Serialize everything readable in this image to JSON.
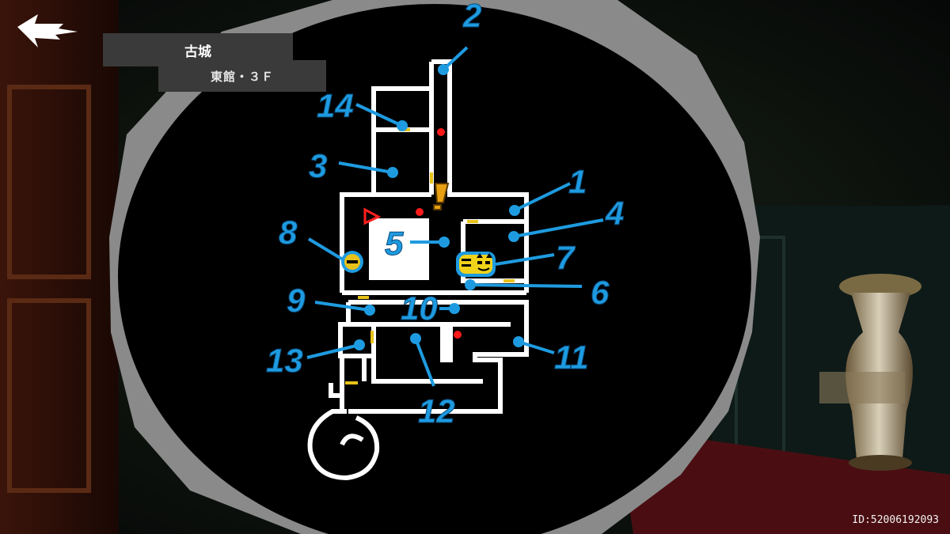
{
  "header": {
    "location": "古城",
    "floor": "東館・３Ｆ"
  },
  "footer": {
    "id": "ID:52006192093"
  },
  "icons": {
    "back": "back-arrow-icon",
    "exclamation": "exclamation-icon",
    "player": "player-arrow-icon",
    "treasure": "treasure-chest-icon",
    "boss": "cat-face-icon",
    "item": "red-dot-icon"
  },
  "colors": {
    "label_blue": "#1e9be0",
    "door_yellow": "#e8c21a",
    "item_red": "#ff1a1a",
    "map_black": "#000000",
    "wall_white": "#ffffff"
  },
  "rooms": [
    {
      "label": "1"
    },
    {
      "label": "2"
    },
    {
      "label": "3"
    },
    {
      "label": "4"
    },
    {
      "label": "5"
    },
    {
      "label": "6"
    },
    {
      "label": "7"
    },
    {
      "label": "8"
    },
    {
      "label": "9"
    },
    {
      "label": "10"
    },
    {
      "label": "11"
    },
    {
      "label": "12"
    },
    {
      "label": "13"
    },
    {
      "label": "14"
    }
  ]
}
